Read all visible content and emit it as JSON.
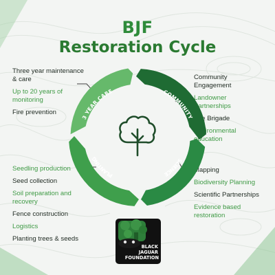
{
  "title_line1": "BJF",
  "title_line2": "Restoration Cycle",
  "cycle": {
    "segments": [
      {
        "label": "3 YEAR CARE",
        "color": "#66b96b"
      },
      {
        "label": "COMMUNITY",
        "color": "#1f6b33"
      },
      {
        "label": "SCIENCE",
        "color": "#2a8a44"
      },
      {
        "label": "PLANTING",
        "color": "#3f9f4c"
      }
    ],
    "center_icon": "tree-icon"
  },
  "left_top": [
    {
      "text": "Three year maintenance & care",
      "tone": "dark"
    },
    {
      "text": "Up to 20 years of monitoring",
      "tone": "green"
    },
    {
      "text": "Fire prevention",
      "tone": "dark"
    }
  ],
  "right_top": [
    {
      "text": "Community Engagement",
      "tone": "dark"
    },
    {
      "text": "Landowner Partnerships",
      "tone": "green"
    },
    {
      "text": "Fire Brigade",
      "tone": "dark"
    },
    {
      "text": "Environmental education",
      "tone": "green"
    }
  ],
  "left_bottom": [
    {
      "text": "Seedling production",
      "tone": "green"
    },
    {
      "text": "Seed collection",
      "tone": "dark"
    },
    {
      "text": "Soil preparation and recovery",
      "tone": "green"
    },
    {
      "text": "Fence construction",
      "tone": "dark"
    },
    {
      "text": "Logistics",
      "tone": "green"
    },
    {
      "text": "Planting trees & seeds",
      "tone": "dark"
    }
  ],
  "right_bottom": [
    {
      "text": "Mapping",
      "tone": "dark"
    },
    {
      "text": "Biodiversity Planning",
      "tone": "green"
    },
    {
      "text": "Scientific Partnerships",
      "tone": "dark"
    },
    {
      "text": "Evidence based restoration",
      "tone": "green"
    }
  ],
  "logo": {
    "line1": "BLACK",
    "line2": "JAGUAR",
    "line3": "FOUNDATION"
  }
}
